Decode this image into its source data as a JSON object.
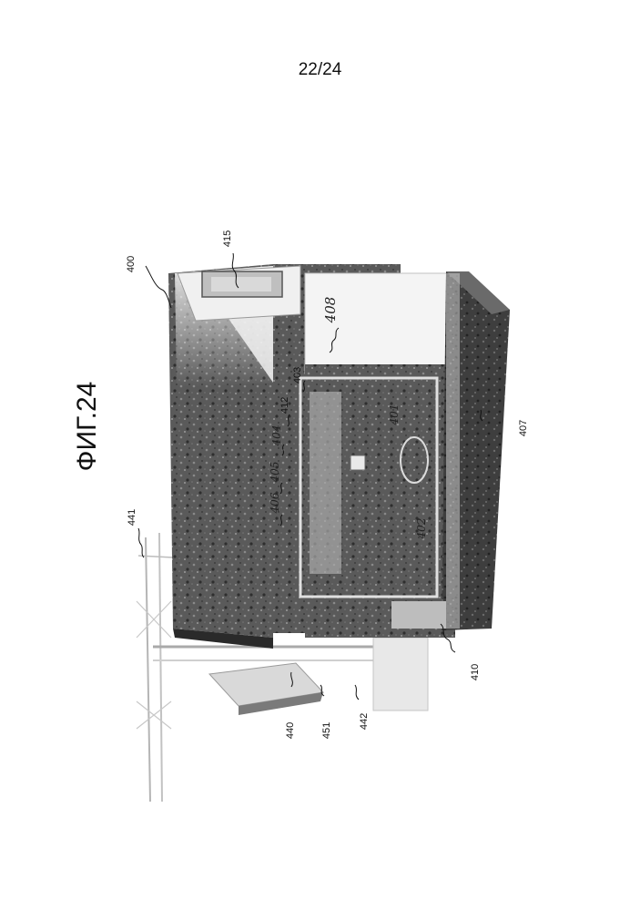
{
  "header": {
    "page_number": "22/24"
  },
  "figure": {
    "title": "ФИГ.24",
    "labels": {
      "l400": "400",
      "l415": "415",
      "l408": "408",
      "l403": "403",
      "l412": "412",
      "l404": "404",
      "l405": "405",
      "l406": "406",
      "l401": "401",
      "l402": "402",
      "l407": "407",
      "l410": "410",
      "l441": "441",
      "l440": "440",
      "l451": "451",
      "l442": "442"
    }
  },
  "colors": {
    "ink": "#111111",
    "dark_body": "#4a4a4a",
    "light_panel": "#e6e6e6"
  }
}
